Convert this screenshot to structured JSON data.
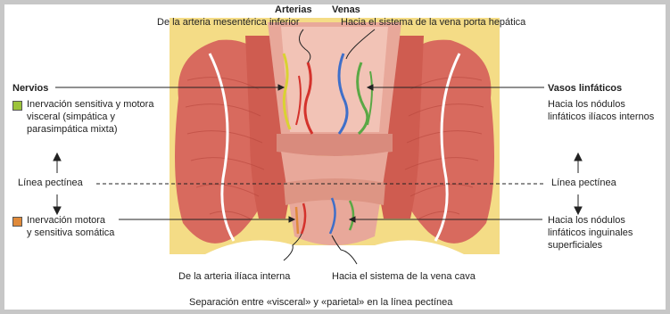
{
  "labels": {
    "arterias_title": "Arterias",
    "arterias_sub": "De la arteria mesentérica inferior",
    "venas_title": "Venas",
    "venas_sub": "Hacia el sistema de la vena porta hepática",
    "nervios_title": "Nervios",
    "nervios_line1": "Inervación sensitiva y motora",
    "nervios_line2": "visceral (simpática y",
    "nervios_line3": "parasimpática mixta)",
    "linea_left": "Línea pectínea",
    "linea_right": "Línea pectínea",
    "motora_line1": "Inervación motora",
    "motora_line2": "y sensitiva somática",
    "vasos_title": "Vasos linfáticos",
    "vasos_line1": "Hacia los nódulos",
    "vasos_line2": "linfáticos ilíacos internos",
    "inguinal_line1": "Hacia los nódulos",
    "inguinal_line2": "linfáticos inguinales",
    "inguinal_line3": "superficiales",
    "iliaca": "De la arteria ilíaca interna",
    "cava": "Hacia el sistema de la vena cava",
    "caption": "Separación entre «visceral» y «parietal» en la línea pectínea"
  },
  "colors": {
    "visceral_marker": "#9cc33b",
    "somatic_marker": "#e08a3a",
    "artery": "#d4322c",
    "vein": "#3f6fc9",
    "nerve": "#d9d232",
    "lymph": "#5aa845",
    "muscle": "#d86a5e",
    "fat": "#f4dc86",
    "mucosa": "#e8a89a"
  }
}
